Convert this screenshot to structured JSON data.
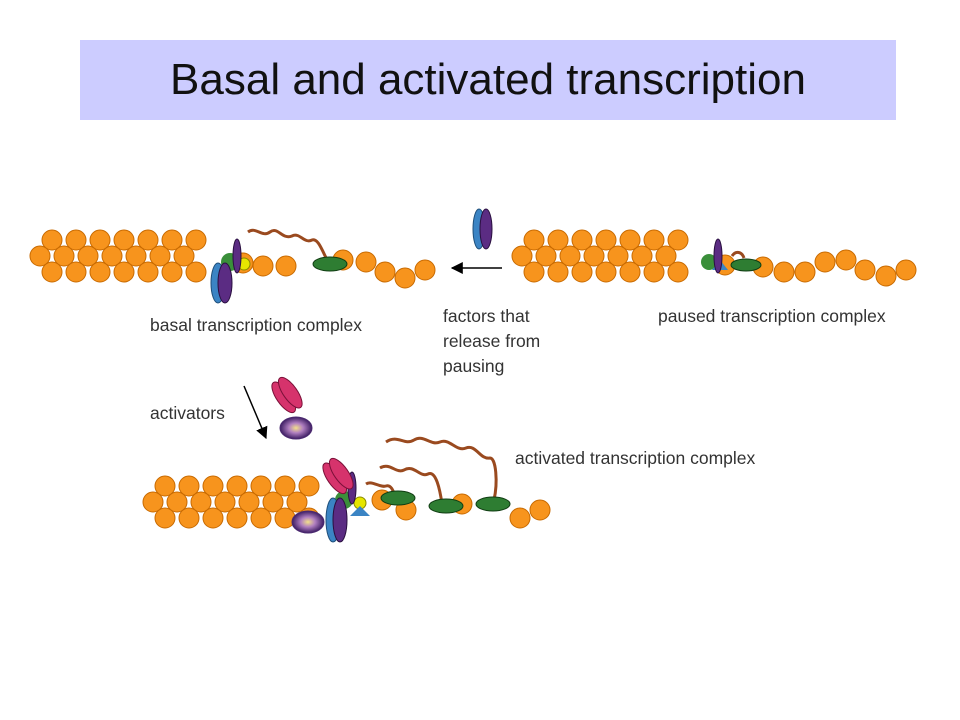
{
  "slide": {
    "title": "Basal and activated transcription",
    "title_bar_color": "#ccccff"
  },
  "labels": {
    "basal": "basal transcription complex",
    "factors_line1": "factors that",
    "factors_line2": "release from",
    "factors_line3": "pausing",
    "paused": "paused transcription complex",
    "activators": "activators",
    "activated": "activated transcription complex"
  },
  "colors": {
    "nucleosome": "#f7941d",
    "nucleosome_stroke": "#c86a00",
    "rna": "#9a4a1f",
    "polymerase_green": "#2e7d32",
    "factor_blue": "#3b84c4",
    "factor_purple": "#5b2c83",
    "activator_pink": "#d6336c",
    "activator_orb": "#4b2a70",
    "mediator_yellow": "#e6e600",
    "arrow": "#000000"
  }
}
